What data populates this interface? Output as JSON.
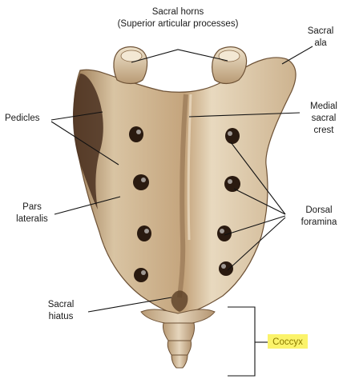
{
  "labels": {
    "sacral_horns_line1": "Sacral horns",
    "sacral_horns_line2": "(Superior articular processes)",
    "sacral_ala_line1": "Sacral",
    "sacral_ala_line2": "ala",
    "pedicles": "Pedicles",
    "medial_crest_line1": "Medial",
    "medial_crest_line2": "sacral",
    "medial_crest_line3": "crest",
    "pars_line1": "Pars",
    "pars_line2": "lateralis",
    "dorsal_line1": "Dorsal",
    "dorsal_line2": "foramina",
    "hiatus_line1": "Sacral",
    "hiatus_line2": "hiatus",
    "coccyx": "Coccyx"
  },
  "colors": {
    "bone_light": "#e6d6bd",
    "bone_mid": "#c8ad8a",
    "bone_dark": "#7a5a3a",
    "foramen": "#2a1a10",
    "highlight": "#fbf36a"
  }
}
